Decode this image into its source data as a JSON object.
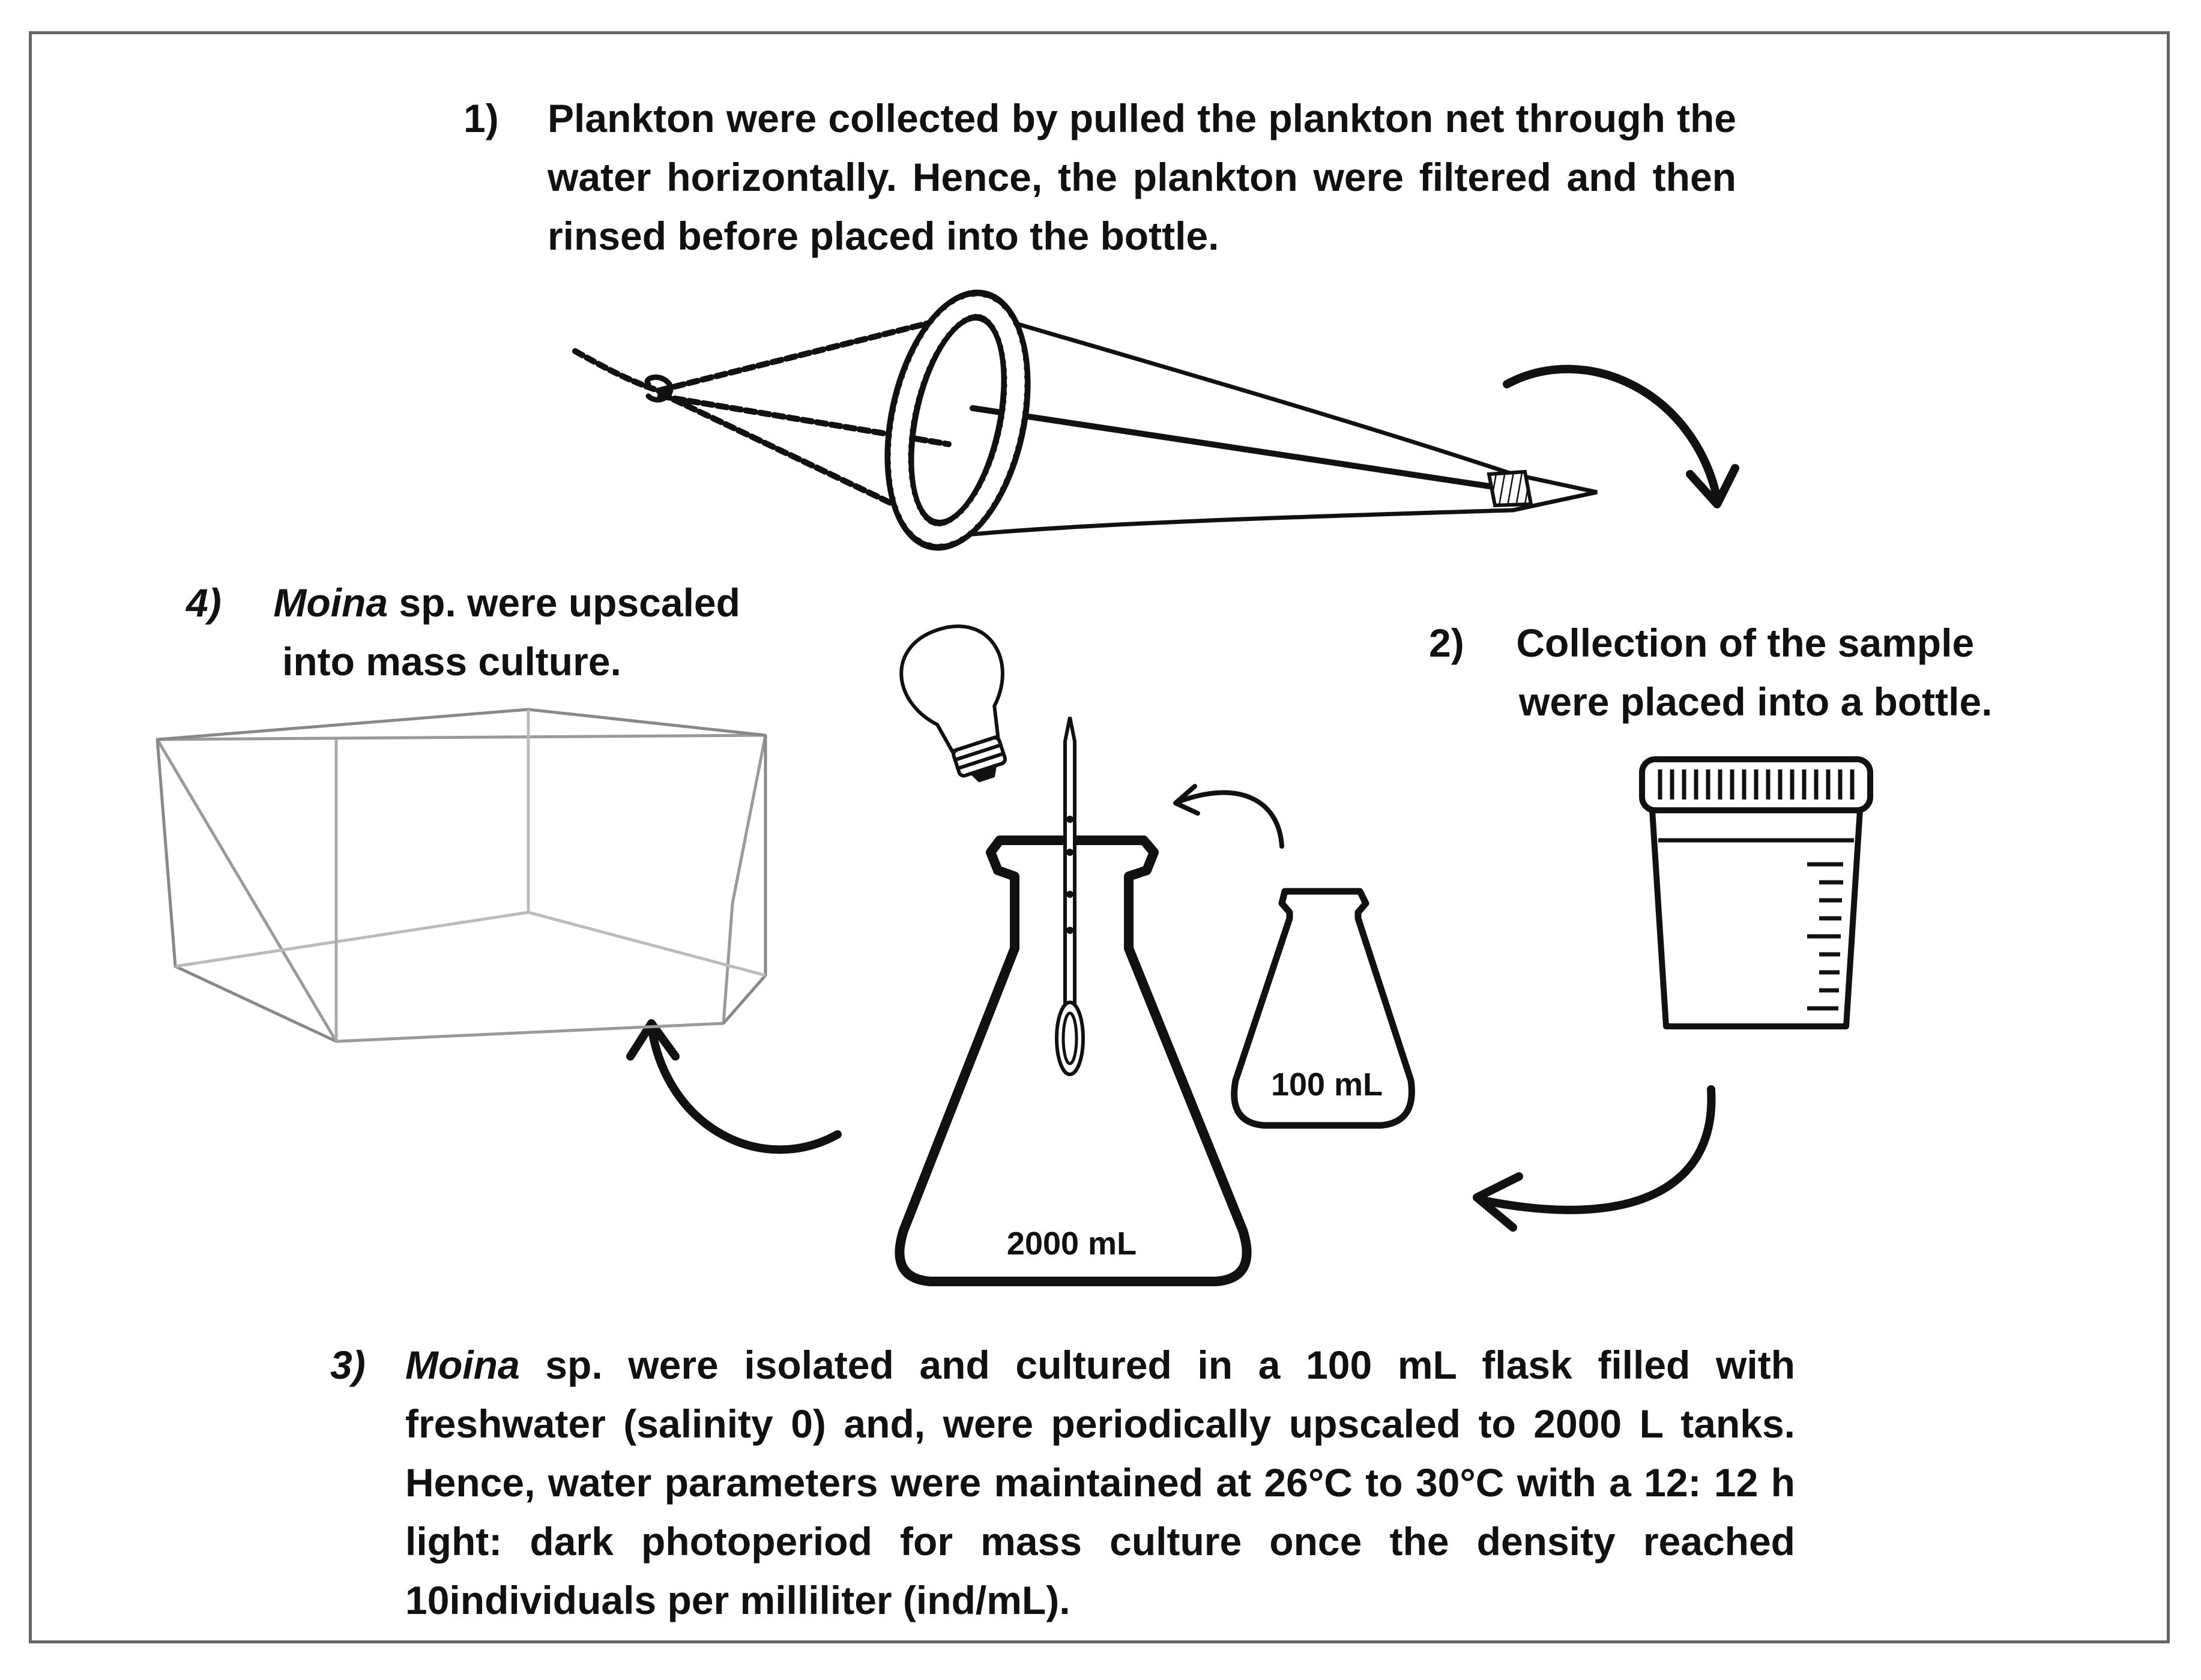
{
  "step1": {
    "number": "1)",
    "text": "Plankton were collected by pulled the plankton net through the water horizontally. Hence, the plankton were filtered and then rinsed before placed into the bottle."
  },
  "step2": {
    "number": "2)",
    "line1": "Collection of the sample",
    "line2": "were placed into a bottle."
  },
  "step3": {
    "number": "3)",
    "species": "Moina",
    "text": " sp. were isolated and cultured in a 100 mL flask filled with freshwater (salinity 0) and, were periodically upscaled to 2000 L tanks. Hence, water parameters were maintained at 26°C to 30°C with a 12: 12 h light: dark photoperiod for mass culture once the density reached 10individuals per milliliter (ind/mL)."
  },
  "step4": {
    "number": "4)",
    "species": "Moina",
    "line1": " sp. were upscaled",
    "line2": "into mass culture."
  },
  "labels": {
    "small_flask": "100 mL",
    "large_flask": "2000 mL"
  },
  "icons": [
    "plankton-net-icon",
    "sample-bottle-icon",
    "light-bulb-icon",
    "thermometer-icon",
    "small-flask-icon",
    "large-flask-icon",
    "glass-tank-icon",
    "curved-arrow-icon"
  ]
}
